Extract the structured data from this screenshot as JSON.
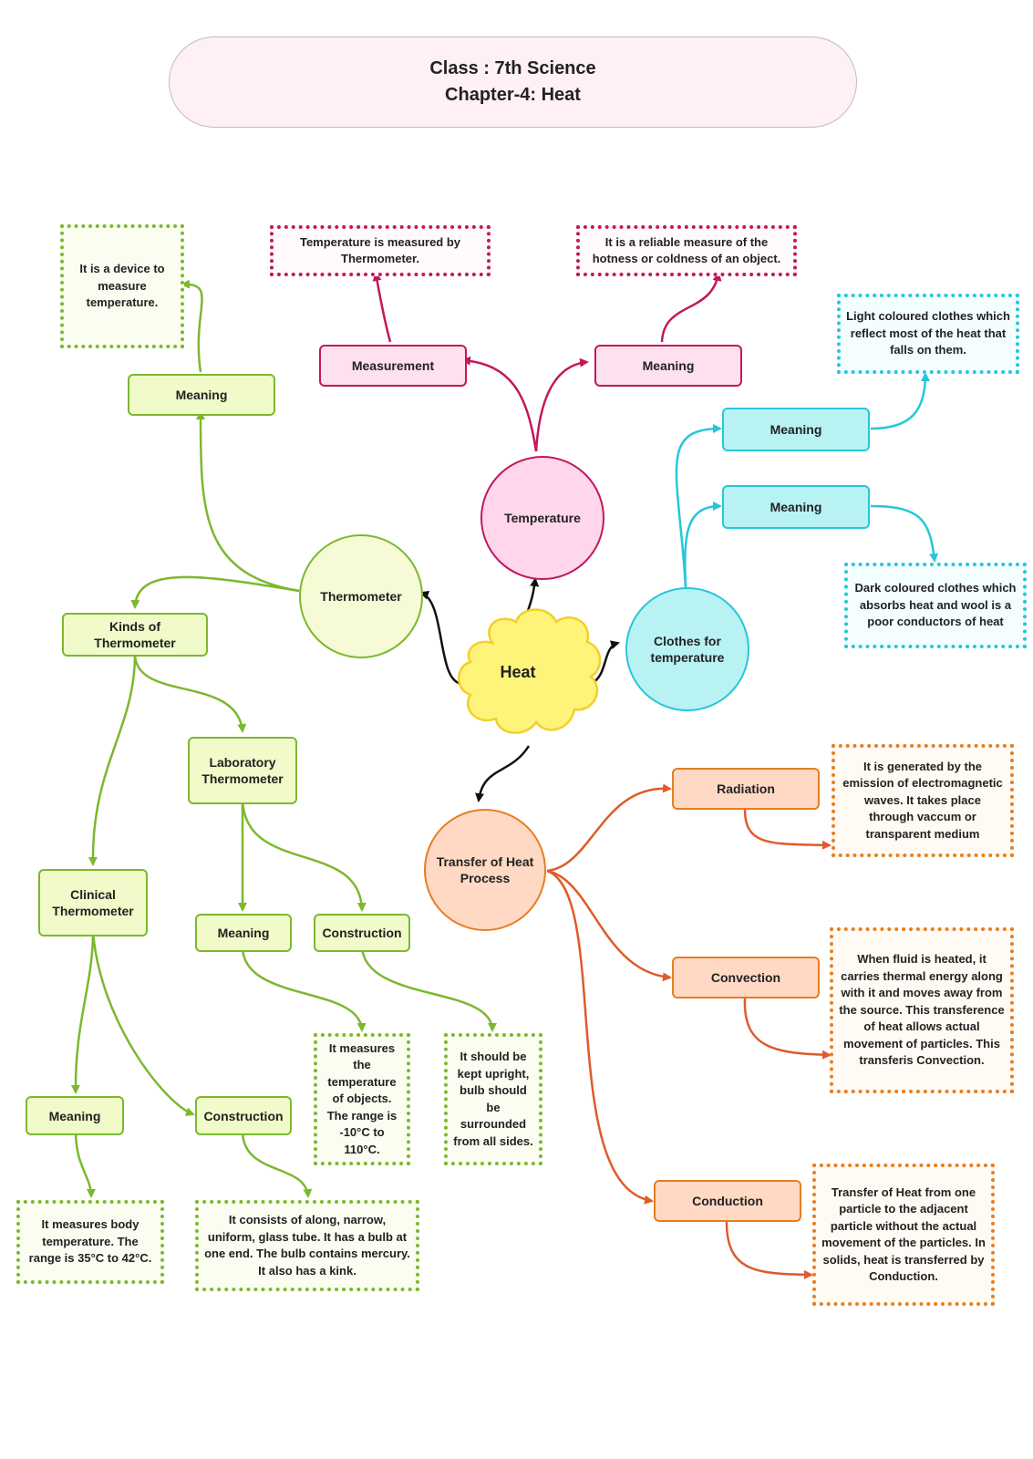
{
  "title": {
    "line1": "Class : 7th Science",
    "line2": "Chapter-4: Heat"
  },
  "center": {
    "label": "Heat"
  },
  "temperature": {
    "label": "Temperature",
    "measurement": {
      "label": "Measurement",
      "note": "Temperature is measured by Thermometer."
    },
    "meaning": {
      "label": "Meaning",
      "note": "It is a reliable measure of the hotness or coldness of an object."
    }
  },
  "thermometer": {
    "label": "Thermometer",
    "meaning": {
      "label": "Meaning",
      "note": "It is a device to measure temperature."
    },
    "kinds": {
      "label": "Kinds of Thermometer",
      "laboratory": {
        "label": "Laboratory Thermometer",
        "meaning": {
          "label": "Meaning",
          "note": "It measures the temperature of objects. The range is -10°C to 110°C."
        },
        "construction": {
          "label": "Construction",
          "note": "It should be kept upright, bulb should be surrounded from all sides."
        }
      },
      "clinical": {
        "label": "Clinical Thermometer",
        "meaning": {
          "label": "Meaning",
          "note": "It measures body temperature. The range is 35°C to 42°C."
        },
        "construction": {
          "label": "Construction",
          "note": "It consists of along, narrow, uniform, glass tube. It has a bulb at one end. The bulb contains mercury. It also has a kink."
        }
      }
    }
  },
  "clothes": {
    "label": "Clothes for temperature",
    "light": {
      "label": "Meaning",
      "note": "Light coloured clothes which reflect most of the heat that falls on them."
    },
    "dark": {
      "label": "Meaning",
      "note": "Dark coloured clothes which absorbs heat and wool is a poor conductors of heat"
    }
  },
  "transfer": {
    "label": "Transfer of Heat Process",
    "radiation": {
      "label": "Radiation",
      "note": "It is generated by the emission of electromagnetic waves. It takes place through vaccum or transparent medium"
    },
    "convection": {
      "label": "Convection",
      "note": "When fluid is heated, it carries thermal energy along with it and moves away from the source. This transference of heat allows actual movement of particles. This transferis Convection."
    },
    "conduction": {
      "label": "Conduction",
      "note": "Transfer of Heat from one particle to the adjacent particle without the actual movement of the particles. In solids, heat is transferred by Conduction."
    }
  },
  "colors": {
    "pink": "#c2185b",
    "green": "#7cb82f",
    "cyan": "#26c6da",
    "orange": "#e05a2a",
    "cloud": "#fff47a"
  }
}
